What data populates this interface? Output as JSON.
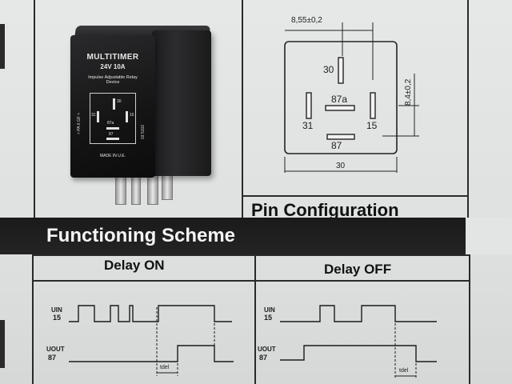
{
  "relay": {
    "title": "MULTITIMER",
    "rating": "24V 10A",
    "subtitle": "Impulse Adjustable Relay Device",
    "side_text": "> PA 6 GF <",
    "part_no": "03 5102",
    "made_in": "MADE IN U.E.",
    "pin_labels": {
      "p30": "30",
      "p31": "31",
      "p15": "15",
      "p87a": "87a",
      "p87": "87"
    }
  },
  "pin_diagram": {
    "dim_top": "8,55±0,2",
    "dim_right": "8,4±0,2",
    "dim_bottom": "30",
    "pins": {
      "p30": "30",
      "p31": "31",
      "p15": "15",
      "p87a": "87a",
      "p87": "87"
    }
  },
  "headings": {
    "pin_configuration": "Pin Configuration",
    "functioning_scheme": "Functioning Scheme",
    "delay_on": "Delay ON",
    "delay_off": "Delay OFF"
  },
  "timing": {
    "uin_label": "UIN",
    "uin_pin": "15",
    "uout_label": "UOUT",
    "uout_pin": "87",
    "tdel_label": "tdel"
  },
  "colors": {
    "ink": "#1b1b1b",
    "band": "#1a1a1a",
    "paper": "#e3e5e5"
  }
}
